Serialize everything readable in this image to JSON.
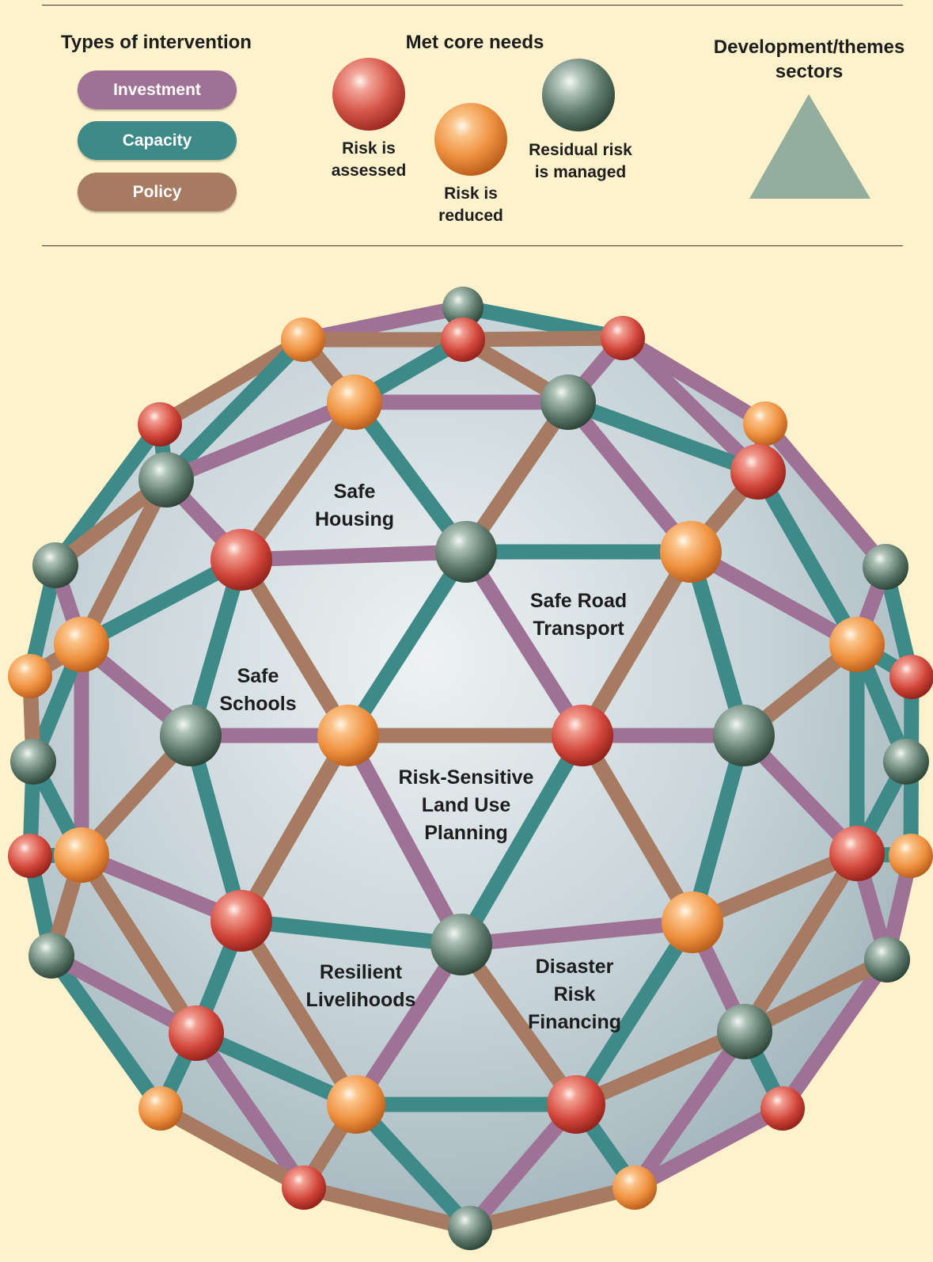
{
  "legend": {
    "interventions": {
      "heading": "Types of intervention",
      "items": [
        {
          "label": "Investment",
          "color": "#9E7195"
        },
        {
          "label": "Capacity",
          "color": "#3E8A88"
        },
        {
          "label": "Policy",
          "color": "#A77B62"
        }
      ]
    },
    "needs": {
      "heading": "Met core needs",
      "items": [
        {
          "label": "Risk is\nassessed",
          "color": "#CC3A32"
        },
        {
          "label": "Risk is\nreduced",
          "color": "#EB8B3E"
        },
        {
          "label": "Residual risk\nis managed",
          "color": "#4B6A5C"
        }
      ]
    },
    "sectors": {
      "heading": "Development/themes\nsectors",
      "triangle_color": "#93AE9C"
    }
  },
  "diagram": {
    "sectors": [
      {
        "id": "housing",
        "lines": [
          "Safe",
          "Housing"
        ]
      },
      {
        "id": "road",
        "lines": [
          "Safe Road",
          "Transport"
        ]
      },
      {
        "id": "schools",
        "lines": [
          "Safe",
          "Schools"
        ]
      },
      {
        "id": "land",
        "lines": [
          "Risk-Sensitive",
          "Land Use",
          "Planning"
        ]
      },
      {
        "id": "livelihoods",
        "lines": [
          "Resilient",
          "Livelihoods"
        ]
      },
      {
        "id": "financing",
        "lines": [
          "Disaster",
          "Risk",
          "Financing"
        ]
      }
    ]
  }
}
